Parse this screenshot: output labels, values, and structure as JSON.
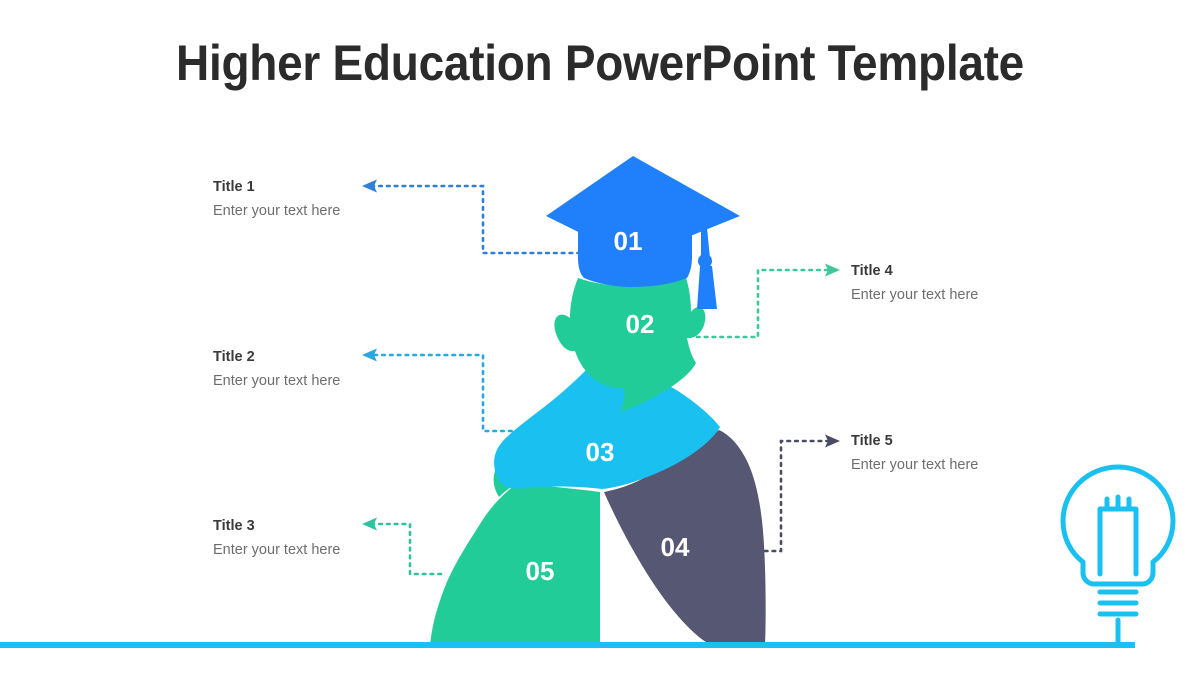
{
  "slide": {
    "title": "Higher Education PowerPoint Template",
    "background_color": "#ffffff"
  },
  "palette": {
    "blue": "#2080fb",
    "green": "#22cc99",
    "cyan": "#1ac0f0",
    "navy": "#565873",
    "title_text": "#2b2b2b",
    "label_title_text": "#3a3a3a",
    "label_sub_text": "#6d6d6d",
    "baseline": "#1ac0f0"
  },
  "labels": [
    {
      "id": "01",
      "title": "Title 1",
      "subtitle": "Enter your text here",
      "side": "left",
      "connector_color": "#2f7fd6"
    },
    {
      "id": "02",
      "title": "Title 2",
      "subtitle": "Enter your text here",
      "side": "left",
      "connector_color": "#29a8dd"
    },
    {
      "id": "03",
      "title": "Title 3",
      "subtitle": "Enter your text here",
      "side": "left",
      "connector_color": "#2fc2a0"
    },
    {
      "id": "04",
      "title": "Title 4",
      "subtitle": "Enter your text here",
      "side": "right",
      "connector_color": "#3fc79b"
    },
    {
      "id": "05",
      "title": "Title 5",
      "subtitle": "Enter your text here",
      "side": "right",
      "connector_color": "#4a4c63"
    }
  ],
  "figure": {
    "segments": [
      {
        "number": "01",
        "region": "graduation-cap",
        "color": "#2080fb"
      },
      {
        "number": "02",
        "region": "head",
        "color": "#22cc99"
      },
      {
        "number": "03",
        "region": "shoulder-sash",
        "color": "#1ac0f0"
      },
      {
        "number": "04",
        "region": "torso-right",
        "color": "#565873"
      },
      {
        "number": "05",
        "region": "torso-left-arm",
        "color": "#22cc99"
      }
    ]
  },
  "decorations": {
    "lightbulb": {
      "icon": "lightbulb-icon",
      "color": "#1ac0f0"
    },
    "baseline": {
      "icon": "horizontal-rule",
      "color": "#1ac0f0"
    }
  }
}
